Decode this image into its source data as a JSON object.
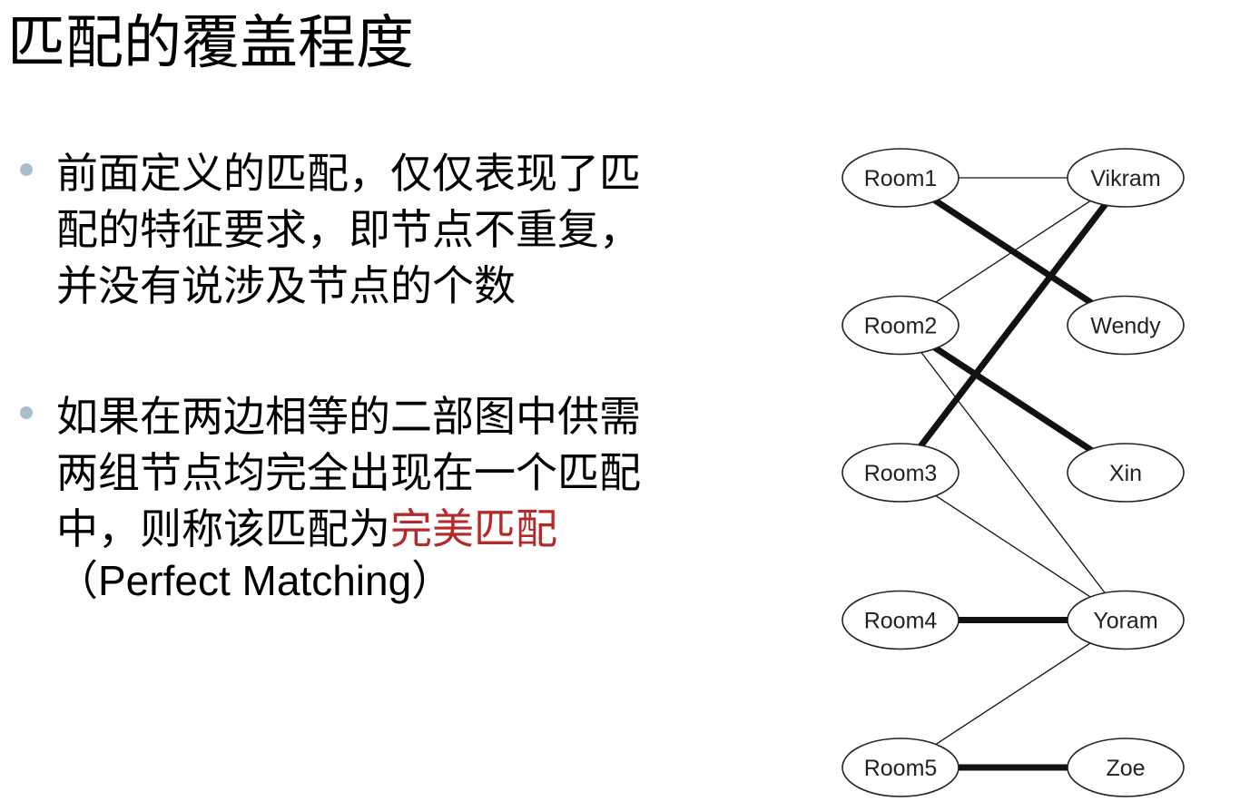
{
  "title": "匹配的覆盖程度",
  "bullets": [
    {
      "lines": [
        "前面定义的匹配，仅仅表现了匹",
        "配的特征要求，即节点不重复，",
        "并没有说涉及节点的个数"
      ]
    },
    {
      "lines": [
        "如果在两边相等的二部图中供需",
        "两组节点均完全出现在一个匹配"
      ],
      "line3_prefix": "中，则称该匹配为",
      "line3_highlight": "完美匹配",
      "line4": "（Perfect Matching）"
    }
  ],
  "graph": {
    "left_nodes": [
      "Room1",
      "Room2",
      "Room3",
      "Room4",
      "Room5"
    ],
    "right_nodes": [
      "Vikram",
      "Wendy",
      "Xin",
      "Yoram",
      "Zoe"
    ],
    "edges": [
      {
        "from": "Room1",
        "to": "Vikram",
        "matched": false
      },
      {
        "from": "Room1",
        "to": "Wendy",
        "matched": true
      },
      {
        "from": "Room2",
        "to": "Vikram",
        "matched": false
      },
      {
        "from": "Room2",
        "to": "Xin",
        "matched": true
      },
      {
        "from": "Room2",
        "to": "Yoram",
        "matched": false
      },
      {
        "from": "Room3",
        "to": "Vikram",
        "matched": true
      },
      {
        "from": "Room3",
        "to": "Yoram",
        "matched": false
      },
      {
        "from": "Room4",
        "to": "Yoram",
        "matched": true
      },
      {
        "from": "Room5",
        "to": "Yoram",
        "matched": false
      },
      {
        "from": "Room5",
        "to": "Zoe",
        "matched": true
      }
    ],
    "colors": {
      "edge": "#111111",
      "node_stroke": "#222222",
      "node_fill": "#ffffff"
    }
  }
}
